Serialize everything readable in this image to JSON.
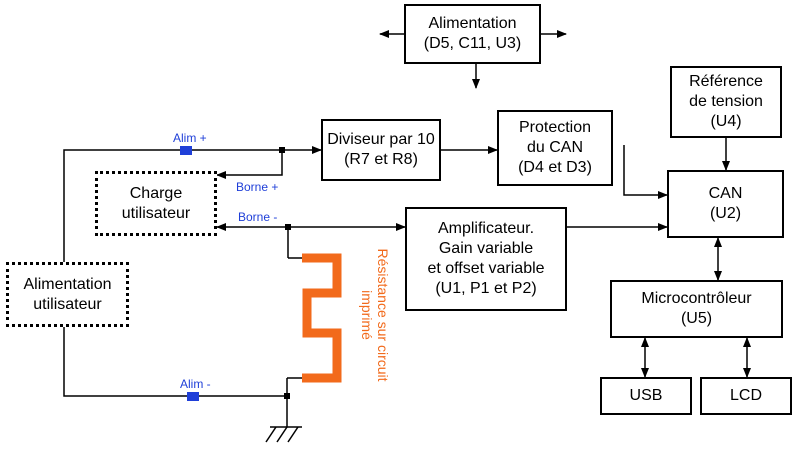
{
  "blocks": {
    "alim": [
      "Alimentation",
      "(D5, C11, U3)"
    ],
    "reference": [
      "Référence",
      "de tension",
      "(U4)"
    ],
    "diviseur": [
      "Diviseur par 10",
      "(R7 et R8)"
    ],
    "protection": [
      "Protection",
      "du CAN",
      "(D4 et D3)"
    ],
    "can": [
      "CAN",
      "(U2)"
    ],
    "charge": [
      "Charge",
      "utilisateur"
    ],
    "amplificateur": [
      "Amplificateur.",
      "Gain variable",
      "et offset variable",
      "(U1, P1 et P2)"
    ],
    "alim_utilisateur": [
      "Alimentation",
      "utilisateur"
    ],
    "micro": [
      "Microcontrôleur",
      "(U5)"
    ],
    "usb": [
      "USB"
    ],
    "lcd": [
      "LCD"
    ]
  },
  "labels": {
    "alim_plus": "Alim +",
    "alim_minus": "Alim -",
    "borne_plus": "Borne +",
    "borne_minus": "Borne -",
    "resistance": [
      "Résistance sur circuit",
      "imprimé"
    ]
  },
  "colors": {
    "wire": "#000000",
    "terminal": "#1f3fd8",
    "trace": "#f26a1b",
    "label": "#1f3fd8"
  }
}
